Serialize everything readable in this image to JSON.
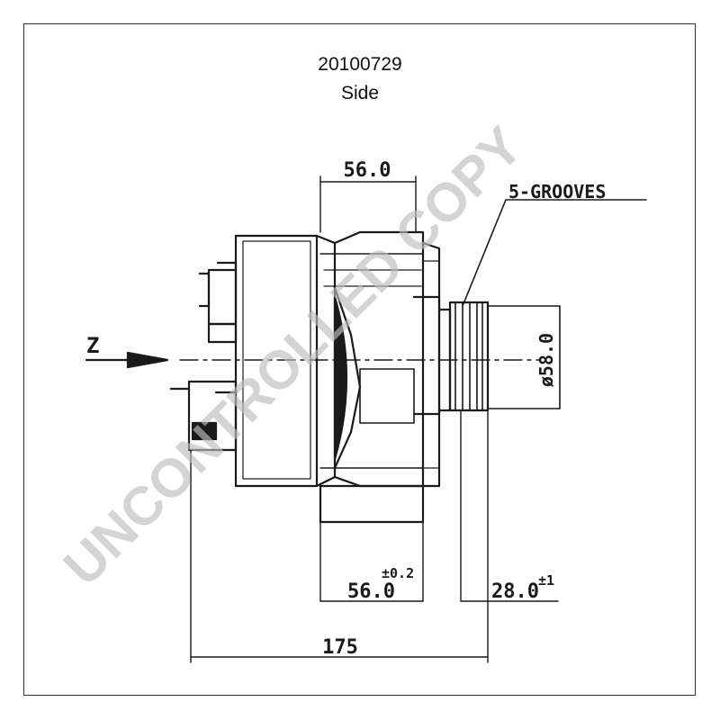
{
  "header": {
    "part_number": "20100729",
    "view": "Side"
  },
  "labels": {
    "direction_marker": "Z",
    "grooves": "5-GROOVES"
  },
  "dimensions": {
    "top_width": "56.0",
    "pulley_diameter": "ø58.0",
    "bottom_width": "56.0",
    "bottom_width_tolerance": "±0.2",
    "pulley_offset": "28.0",
    "pulley_offset_tolerance": "±1",
    "overall_length": "175"
  },
  "watermark": {
    "text": "UNCONTROLLED COPY"
  }
}
